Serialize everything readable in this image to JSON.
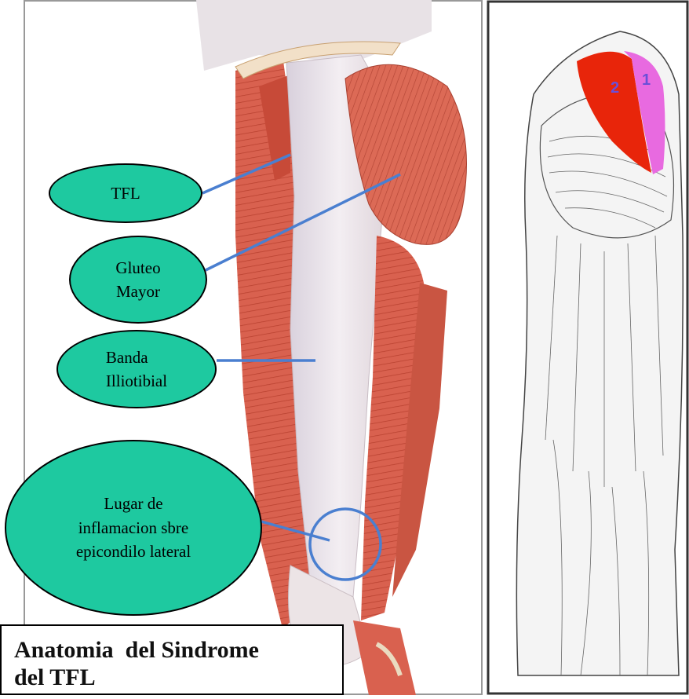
{
  "labels": {
    "tfl": "TFL",
    "gluteo_line1": "Gluteo",
    "gluteo_line2": "Mayor",
    "banda_line1": "Banda",
    "banda_line2": "Illiotibial",
    "lugar_line1": "Lugar de",
    "lugar_line2": "inflamacion sbre",
    "lugar_line3": "epicondilo lateral"
  },
  "caption": {
    "line1": "Anatomia  del Sindrome",
    "line2": "del TFL"
  },
  "muscle_numbers": {
    "one": "1",
    "two": "2"
  },
  "colors": {
    "label_fill": "#1ec9a0",
    "pointer_line": "#4a7fd0",
    "muscle_red": "#d9614f",
    "tendon_white": "#ece6ea",
    "highlight_red": "#e8250a",
    "highlight_pink": "#e86ae0"
  }
}
